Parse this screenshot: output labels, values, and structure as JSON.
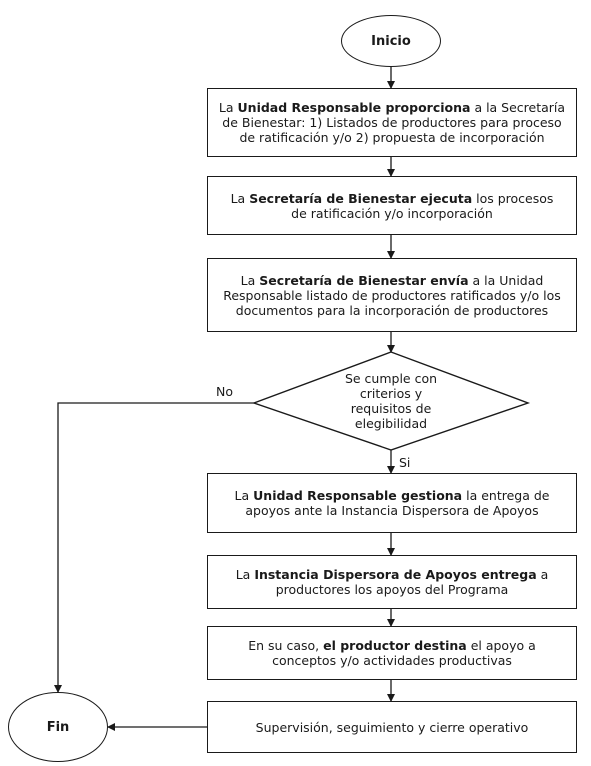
{
  "start": "Inicio",
  "end": "Fin",
  "steps": [
    {
      "pre": "La ",
      "bold": "Unidad Responsable proporciona",
      "post": " a la Secretaría de Bienestar: 1) Listados de productores para  proceso de ratificación y/o 2) propuesta de incorporación"
    },
    {
      "pre": "La ",
      "bold": "Secretaría de Bienestar ejecuta",
      "post": " los  procesos de ratificación y/o incorporación"
    },
    {
      "pre": "La ",
      "bold": "Secretaría de Bienestar envía",
      "post": " a la Unidad Responsable listado de productores ratificados y/o los documentos para  la incorporación de productores"
    },
    {
      "pre": "La ",
      "bold": "Unidad Responsable gestiona",
      "post": " la entrega de apoyos ante la Instancia Dispersora de Apoyos"
    },
    {
      "pre": "La ",
      "bold": "Instancia Dispersora de Apoyos entrega",
      "post": " a productores los apoyos del Programa"
    },
    {
      "pre": "En su caso, ",
      "bold": "el productor destina",
      "post": " el apoyo a conceptos y/o actividades productivas"
    },
    {
      "pre": "Supervisión, seguimiento y cierre operativo",
      "bold": "",
      "post": ""
    }
  ],
  "decision": {
    "text": "Se cumple con criterios y requisitos de elegibilidad",
    "yes_label": "Si",
    "no_label": "No"
  }
}
